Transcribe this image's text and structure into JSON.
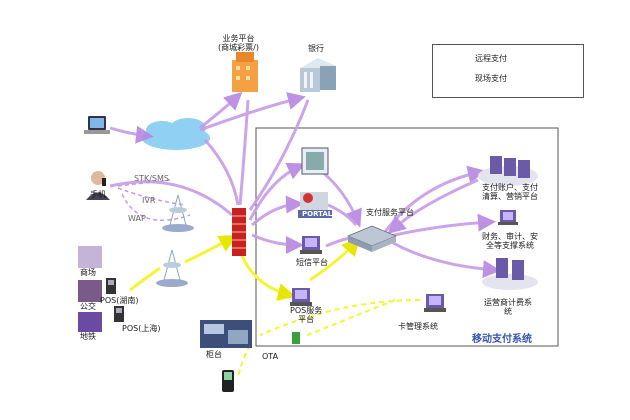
{
  "legend": {
    "remote": "远程支付",
    "onsite": "现场支付"
  },
  "colors": {
    "remote": "#c79be6",
    "onsite": "#f4f437",
    "box": "#555555"
  },
  "nodes": {
    "business_platform": "业务平台\n(商城彩票/)",
    "bank": "银行",
    "phone": "手机",
    "stk_sms": "STK/SMS",
    "ivr": "IVR",
    "wap": "WAP",
    "portal": "PORTAL",
    "sms_platform": "短信平台",
    "pay_platform": "支付服务平台",
    "pos_platform": "POS服务\n平台",
    "accounts": "支付账户、支付\n清算、营销平台",
    "finance": "财务、审计、安\n全等支撑系统",
    "billing": "运营商计费系\n统",
    "card_mgmt": "卡管理系统",
    "mall": "商场",
    "transit": "公交",
    "subway": "地铁",
    "pos_hunan": "POS(湖南)",
    "pos_shanghai": "POS(上海)",
    "counter": "柜台",
    "ota": "OTA",
    "system_title": "移动支付系统"
  }
}
